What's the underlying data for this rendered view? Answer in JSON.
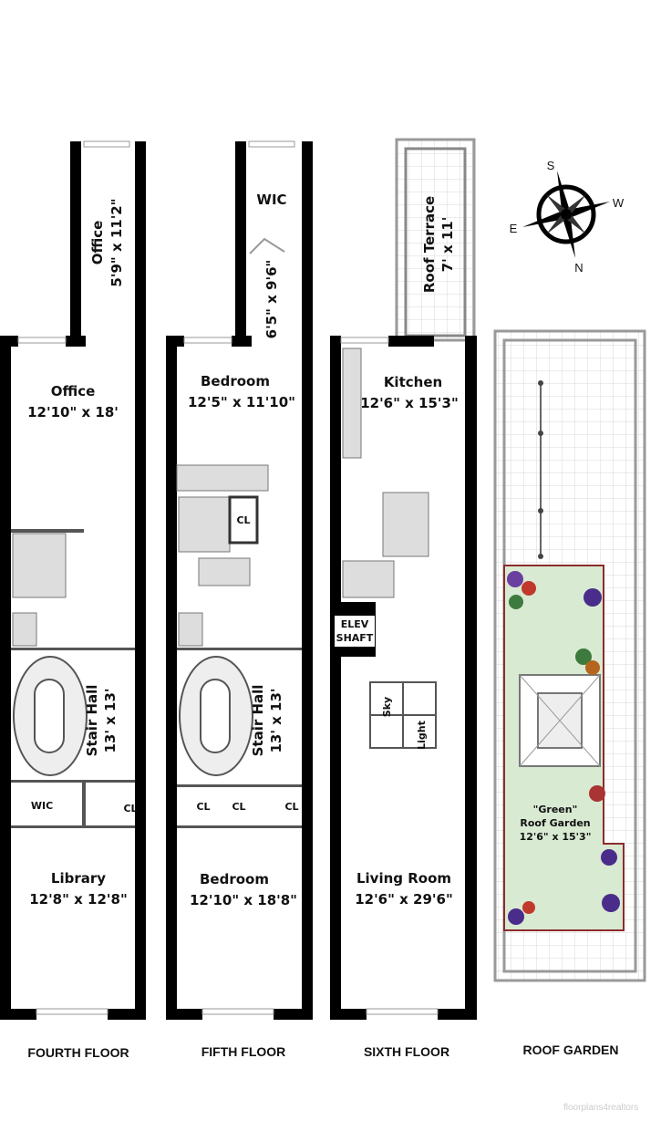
{
  "fourth_floor": {
    "label": "FOURTH FLOOR",
    "office_annex": {
      "name": "Office",
      "dims": "5'9\" x 11'2\""
    },
    "office": {
      "name": "Office",
      "dims": "12'10\" x 18'"
    },
    "stair_hall": {
      "name": "Stair Hall",
      "dims": "13' x 13'"
    },
    "wic": "WIC",
    "closet": "CL",
    "library": {
      "name": "Library",
      "dims": "12'8\" x 12'8\""
    }
  },
  "fifth_floor": {
    "label": "FIFTH FLOOR",
    "wic": {
      "name": "WIC",
      "dims": "6'5\" x 9'6\""
    },
    "bedroom_top": {
      "name": "Bedroom",
      "dims": "12'5\" x 11'10\""
    },
    "closets": [
      "CL",
      "CL",
      "CL",
      "CL"
    ],
    "stair_hall": {
      "name": "Stair Hall",
      "dims": "13' x 13'"
    },
    "bedroom_bottom": {
      "name": "Bedroom",
      "dims": "12'10\" x 18'8\""
    }
  },
  "sixth_floor": {
    "label": "SIXTH FLOOR",
    "roof_terrace": {
      "name": "Roof Terrace",
      "dims": "7' x 11'"
    },
    "kitchen": {
      "name": "Kitchen",
      "dims": "12'6\" x 15'3\""
    },
    "elevator": [
      "ELEV",
      "SHAFT"
    ],
    "skylight": [
      "Sky",
      "Light"
    ],
    "living_room": {
      "name": "Living Room",
      "dims": "12'6\" x 29'6\""
    }
  },
  "roof_garden": {
    "label": "ROOF GARDEN",
    "garden": [
      "\"Green\"",
      "Roof Garden",
      "12'6\" x 15'3\""
    ]
  },
  "compass": {
    "s": "S",
    "w": "W",
    "e": "E",
    "n": "N"
  },
  "watermark": "floorplans4realtors",
  "colors": {
    "wall": "#000000",
    "garden": "#d9ead3",
    "garden_border": "#8b2c2c",
    "terrace_border": "#888888"
  }
}
